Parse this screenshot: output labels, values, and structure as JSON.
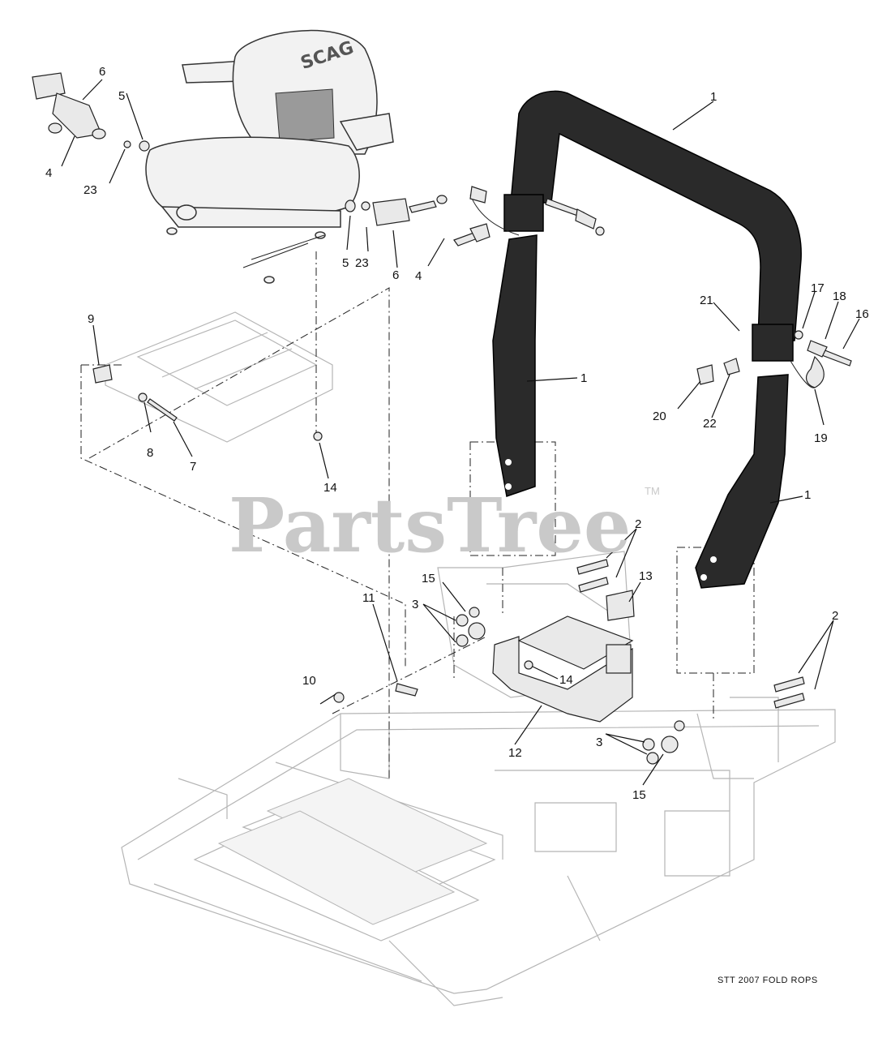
{
  "diagram": {
    "watermark": "PartsTree",
    "trademark": "TM",
    "footer_code": "STT 2007 FOLD ROPS",
    "seat_logo": "SCAG",
    "callouts": [
      {
        "id": "c1a",
        "label": "1"
      },
      {
        "id": "c1b",
        "label": "1"
      },
      {
        "id": "c1c",
        "label": "1"
      },
      {
        "id": "c2a",
        "label": "2"
      },
      {
        "id": "c2b",
        "label": "2"
      },
      {
        "id": "c3a",
        "label": "3"
      },
      {
        "id": "c3b",
        "label": "3"
      },
      {
        "id": "c4a",
        "label": "4"
      },
      {
        "id": "c4b",
        "label": "4"
      },
      {
        "id": "c5a",
        "label": "5"
      },
      {
        "id": "c5b",
        "label": "5"
      },
      {
        "id": "c6a",
        "label": "6"
      },
      {
        "id": "c6b",
        "label": "6"
      },
      {
        "id": "c7",
        "label": "7"
      },
      {
        "id": "c8",
        "label": "8"
      },
      {
        "id": "c9",
        "label": "9"
      },
      {
        "id": "c10",
        "label": "10"
      },
      {
        "id": "c11",
        "label": "11"
      },
      {
        "id": "c12",
        "label": "12"
      },
      {
        "id": "c13",
        "label": "13"
      },
      {
        "id": "c14a",
        "label": "14"
      },
      {
        "id": "c14b",
        "label": "14"
      },
      {
        "id": "c15a",
        "label": "15"
      },
      {
        "id": "c15b",
        "label": "15"
      },
      {
        "id": "c16",
        "label": "16"
      },
      {
        "id": "c17",
        "label": "17"
      },
      {
        "id": "c18",
        "label": "18"
      },
      {
        "id": "c19",
        "label": "19"
      },
      {
        "id": "c20",
        "label": "20"
      },
      {
        "id": "c21",
        "label": "21"
      },
      {
        "id": "c22",
        "label": "22"
      },
      {
        "id": "c23a",
        "label": "23"
      },
      {
        "id": "c23b",
        "label": "23"
      }
    ]
  }
}
